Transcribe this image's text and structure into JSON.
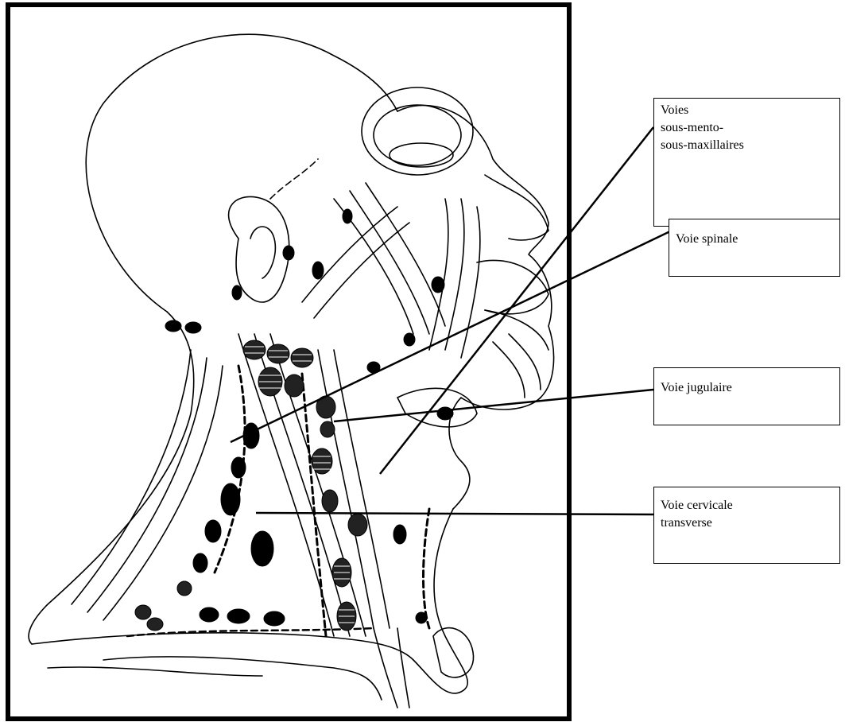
{
  "labels": {
    "sous_mento": [
      "Voies",
      "sous-mento-",
      "sous-maxillaires"
    ],
    "spinale": [
      "Voie spinale"
    ],
    "jugulaire": [
      "Voie jugulaire"
    ],
    "cervicale": [
      "Voie cervicale",
      "transverse"
    ]
  },
  "colors": {
    "ink": "#000000",
    "paper": "#ffffff"
  }
}
